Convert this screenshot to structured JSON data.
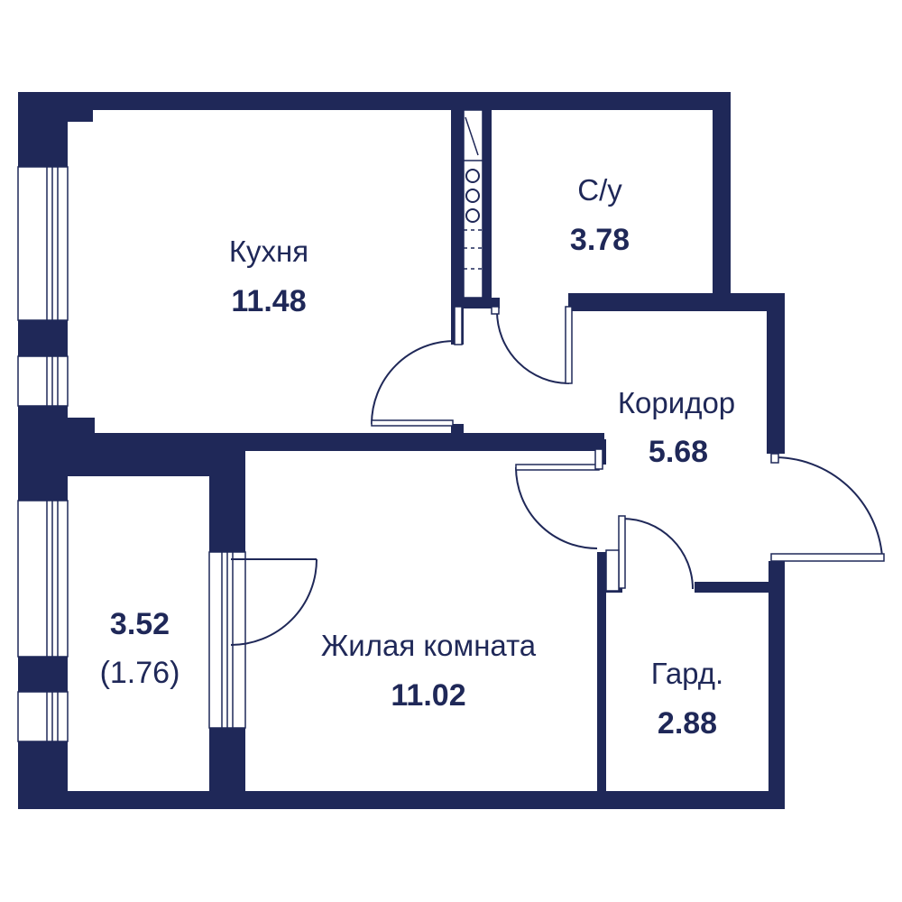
{
  "colors": {
    "wall": "#1f2858",
    "background": "#ffffff"
  },
  "rooms": {
    "kitchen": {
      "name": "Кухня",
      "area": "11.48"
    },
    "bathroom": {
      "name": "С/у",
      "area": "3.78"
    },
    "corridor": {
      "name": "Коридор",
      "area": "5.68"
    },
    "balcony": {
      "area": "3.52",
      "area_reduced": "(1.76)"
    },
    "living_room": {
      "name": "Жилая комната",
      "area": "11.02"
    },
    "wardrobe": {
      "name": "Гард.",
      "area": "2.88"
    }
  }
}
